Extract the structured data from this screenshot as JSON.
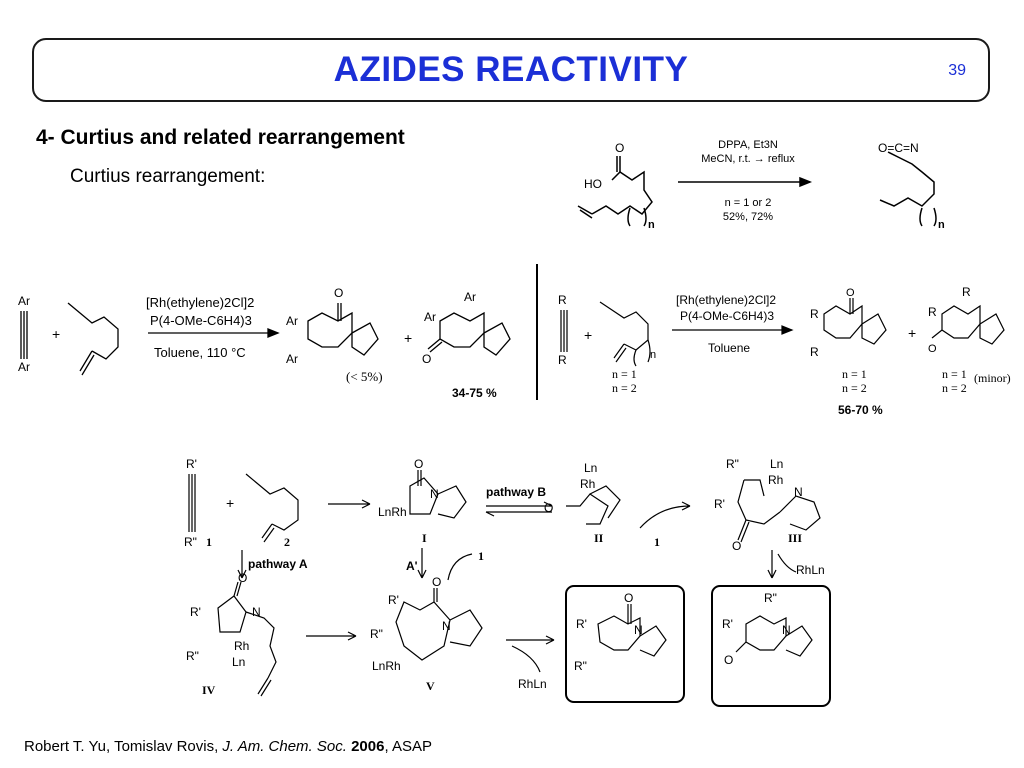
{
  "slide": {
    "title": "AZIDES REACTIVITY",
    "page_number": "39",
    "section_heading": "4- Curtius and related rearrangement",
    "subsection_heading": "Curtius rearrangement:"
  },
  "scheme1": {
    "reagents_line1": "DPPA, Et3N",
    "reagents_line2": "MeCN, r.t. → reflux",
    "conditions_line1": "n = 1 or 2",
    "conditions_line2": "52%, 72%",
    "atom_o": "O",
    "atom_ho": "HO",
    "index_n": "n"
  },
  "scheme2": {
    "reagent_line1": "[Rh(ethylene)2Cl]2",
    "reagent_line2": "P(4-OMe-C6H4)3",
    "conditions": "Toluene, 110 °C",
    "minor_yield": "(< 5%)",
    "yield": "34-75 %",
    "ar": "Ar"
  },
  "scheme3": {
    "reagent_line1": "[Rh(ethylene)2Cl]2",
    "reagent_line2": "P(4-OMe-C6H4)3",
    "conditions": "Toluene",
    "n1": "n = 1",
    "n2": "n = 2",
    "minor_label": "(minor)",
    "yield": "56-70 %",
    "r": "R"
  },
  "mechanism": {
    "pathway_a": "pathway A",
    "pathway_b": "pathway B",
    "a_prime": "A'",
    "label_1": "1",
    "label_2": "2",
    "label_I": "I",
    "label_II": "II",
    "label_III": "III",
    "label_IV": "IV",
    "label_V": "V",
    "rhln": "RhLn",
    "lnrh": "LnRh",
    "ln": "Ln",
    "rh": "Rh",
    "r1": "R'",
    "r2": "R\""
  },
  "reference": {
    "authors": "Robert T. Yu, Tomislav Rovis, ",
    "journal": "J. Am. Chem. Soc.",
    "year": "2006",
    "suffix": ", ASAP"
  }
}
